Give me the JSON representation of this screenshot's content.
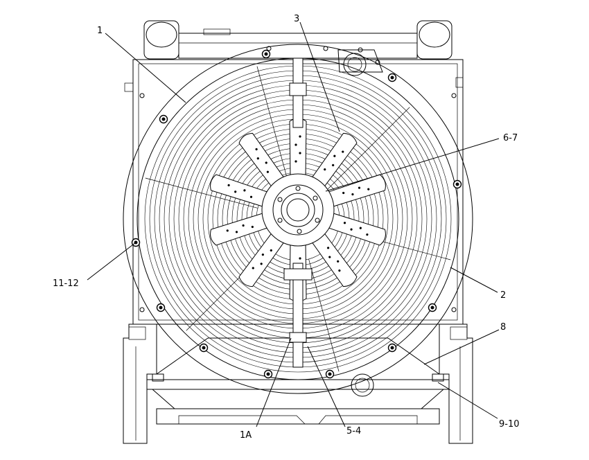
{
  "callouts": [
    {
      "id": "c1",
      "label": "1"
    },
    {
      "id": "c3",
      "label": "3"
    },
    {
      "id": "c67",
      "label": "6-7"
    },
    {
      "id": "c1112",
      "label": "11-12"
    },
    {
      "id": "c2",
      "label": "2"
    },
    {
      "id": "c8",
      "label": "8"
    },
    {
      "id": "c1A",
      "label": "1A"
    },
    {
      "id": "c54",
      "label": "5-4"
    },
    {
      "id": "c910",
      "label": "9-10"
    }
  ]
}
